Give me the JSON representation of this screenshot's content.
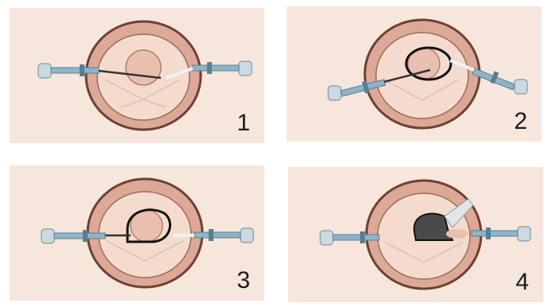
{
  "panels": [
    {
      "number": "1"
    },
    {
      "number": "2"
    },
    {
      "number": "3"
    },
    {
      "number": "4"
    }
  ],
  "colors": {
    "background": "#f6e6db",
    "ring_outer": "#8b5a4a",
    "ring_fill": "#dba996",
    "interior": "#f3dccd",
    "tumor": "#e9bfae",
    "incision": "#111111",
    "resected": "#4a4a4a",
    "trocar_cap": "#ccd9e0",
    "trocar_shaft": "#8fb4c8"
  }
}
